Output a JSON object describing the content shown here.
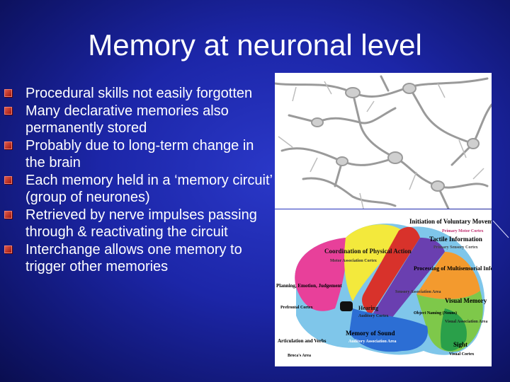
{
  "slide": {
    "title": "Memory at neuronal level",
    "bullets": [
      "Procedural skills not easily forgotten",
      "Many declarative memories also permanently stored",
      "Probably due to long-term change in the brain",
      "Each memory held in a ‘memory circuit’ (group of neurones)",
      "Retrieved by nerve impulses passing through & reactivating the circuit",
      "Interchange allows one memory to trigger other memories"
    ]
  },
  "brain_diagram": {
    "labels": {
      "initiation": "Initiation of Voluntary Movement",
      "primary_motor": "Primary Motor Cortex",
      "tactile": "Tactile Information",
      "sensory_cortex": "Primary Sensory Cortex",
      "coordination": "Coordination of Physical Action",
      "motor_assoc": "Motor Association Cortex",
      "processing": "Processing of Multisensorial Information",
      "sensory_assoc": "Sensory Association Area",
      "planning": "Planning, Emotion, Judgement",
      "prefrontal": "Prefrontal Cortex",
      "visual_memory": "Visual Memory",
      "visual_assoc": "Visual Association Area",
      "hearing": "Hearing",
      "auditory_cortex": "Auditory Cortex",
      "object_naming": "Object Naming (Nouns)",
      "memory_of_sound": "Memory of Sound",
      "auditory_assoc": "Auditory Association Area",
      "articulation": "Articulation and Verbs",
      "brocas": "Broca's Area",
      "sight": "Sight",
      "visual_cortex": "Visual Cortex"
    }
  },
  "colors": {
    "background": "#1c26a8",
    "title_text": "#ffffff",
    "bullet_mark": "#c0392b"
  }
}
